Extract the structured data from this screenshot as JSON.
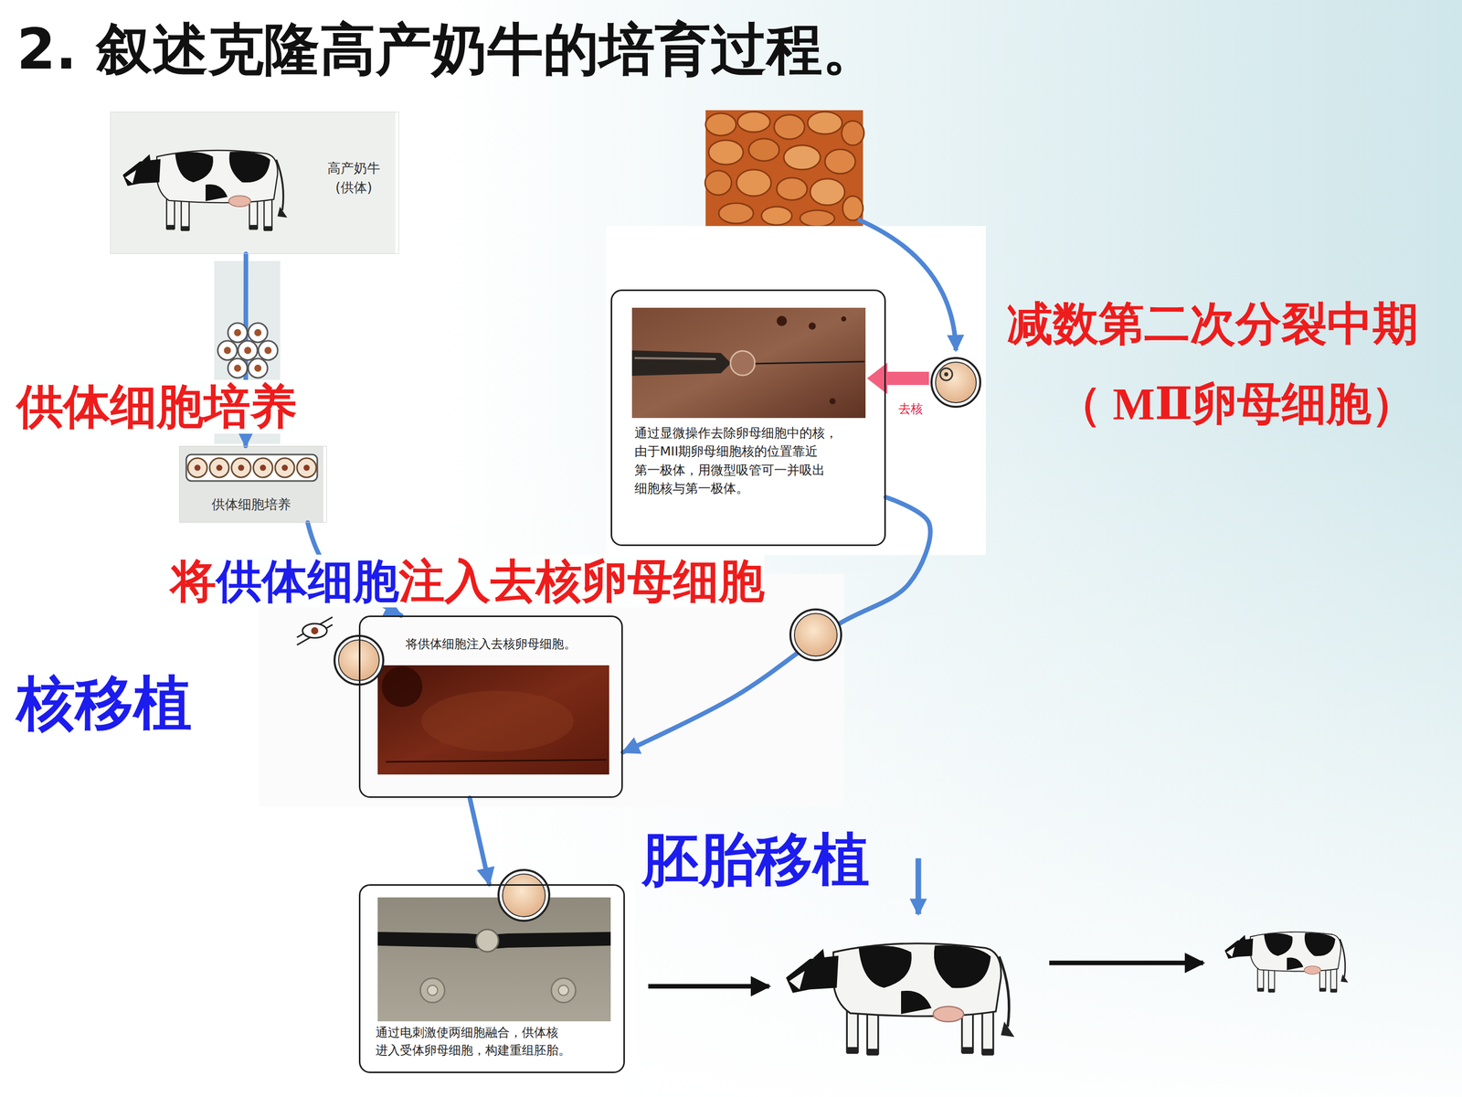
{
  "diagram": {
    "title": "2. 叙述克隆高产奶牛的培育过程。",
    "nodes": [
      {
        "text": [
          "高产奶牛 (供体)"
        ]
      },
      {
        "text": [
          "供体细胞培养"
        ]
      },
      {
        "text": [
          "通过显微操作去除卵母细胞中的核， 由于MII期卵母细胞核的位置靠近 第一极体，用微型吸管可一并吸出 细胞核与第一极体。"
        ]
      },
      {
        "text": [
          "将供体细胞注入去核卵母细胞。"
        ]
      },
      {
        "text": [
          "通过电刺激使两细胞融合，供体核 进入受体卵母细胞，构建重组胚胎。"
        ]
      }
    ],
    "edges": [
      {
        "from": 0,
        "to": 1,
        "arrow": "to"
      },
      {
        "from": 1,
        "to": 3,
        "arrow": "to"
      },
      {
        "from": 2,
        "to": 3,
        "arrow": "to"
      },
      {
        "from": 3,
        "to": 4,
        "arrow": "to"
      }
    ],
    "labels": [
      "减数第二次分裂中期",
      "（ MⅡ卵母细胞）",
      "去核",
      "供体细胞培养",
      "将",
      "供体细胞",
      "注入去核卵母细胞",
      "核移植",
      "胚胎移植"
    ]
  }
}
